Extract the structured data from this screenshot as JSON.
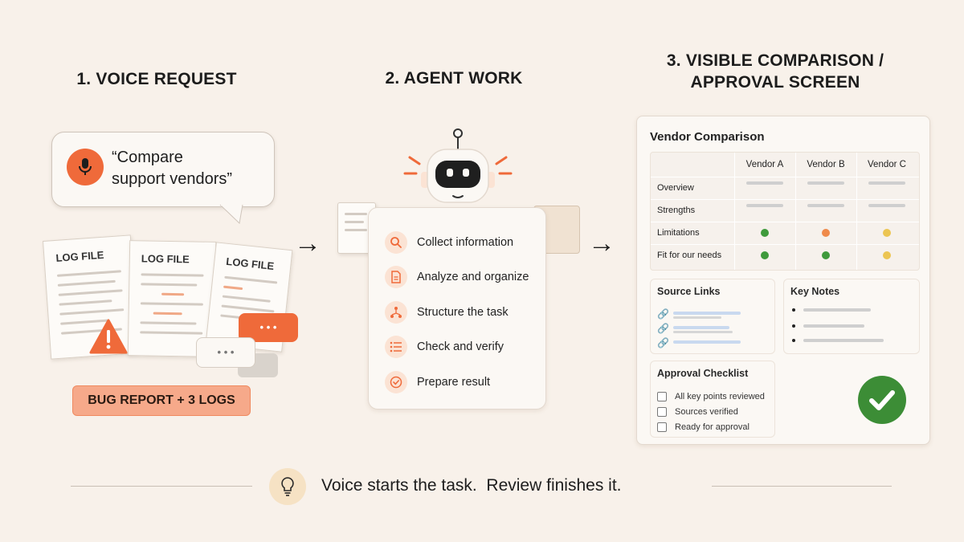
{
  "headings": {
    "step1": "1. VOICE REQUEST",
    "step2": "2. AGENT WORK",
    "step3_line1": "3. VISIBLE COMPARISON /",
    "step3_line2": "APPROVAL SCREEN"
  },
  "voice": {
    "quote_line1": "“Compare",
    "quote_line2": "support vendors”",
    "icon": "microphone-icon"
  },
  "logs": {
    "file_label": "LOG FILE",
    "badge": "BUG REPORT + 3 LOGS",
    "warning_icon": "warning-icon",
    "chat_ellipsis": "• • •"
  },
  "agent": {
    "steps": [
      {
        "label": "Collect information",
        "icon": "search-icon"
      },
      {
        "label": "Analyze and organize",
        "icon": "document-icon"
      },
      {
        "label": "Structure the task",
        "icon": "structure-icon"
      },
      {
        "label": "Check and verify",
        "icon": "checklist-icon"
      },
      {
        "label": "Prepare result",
        "icon": "check-circle-icon"
      }
    ]
  },
  "comparison": {
    "title": "Vendor Comparison",
    "vendors": [
      "Vendor A",
      "Vendor B",
      "Vendor C"
    ],
    "rows": [
      {
        "label": "Overview",
        "cells": [
          "bar",
          "bar",
          "bar"
        ]
      },
      {
        "label": "Strengths",
        "cells": [
          "bar",
          "bar",
          "bar"
        ]
      },
      {
        "label": "Limitations",
        "cells": [
          "green",
          "orange",
          "yellow"
        ]
      },
      {
        "label": "Fit for our needs",
        "cells": [
          "green",
          "green",
          "yellow"
        ]
      }
    ],
    "colors": {
      "green": "#3f9a3c",
      "orange": "#ef8a4a",
      "yellow": "#ecc552"
    },
    "source_links_title": "Source Links",
    "key_notes_title": "Key Notes",
    "checklist_title": "Approval Checklist",
    "checklist": [
      "All key points reviewed",
      "Sources verified",
      "Ready for approval"
    ],
    "approved_icon": "check-circle-icon"
  },
  "footer": {
    "text": "Voice starts the task.  Review finishes it.",
    "icon": "lightbulb-icon"
  },
  "colors": {
    "accent": "#ef6a3a",
    "badge_bg": "#f6a98a",
    "approve_green": "#3c8d36"
  }
}
